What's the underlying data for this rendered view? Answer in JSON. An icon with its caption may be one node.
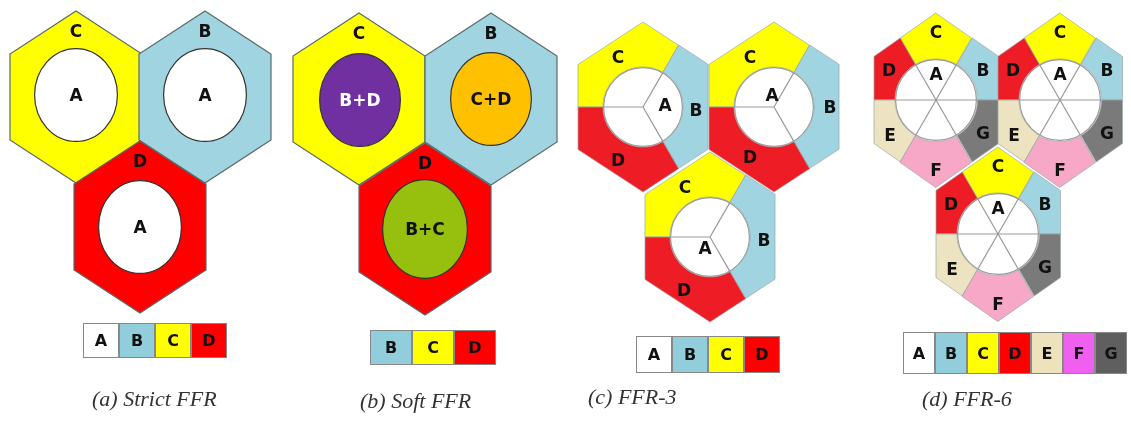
{
  "diagram": {
    "nodes": [
      {
        "text": [
          "C"
        ]
      },
      {
        "text": [
          "A"
        ],
        "in": 0
      },
      {
        "text": [
          "B"
        ]
      },
      {
        "text": [
          "A"
        ],
        "in": 2
      },
      {
        "text": [
          "D"
        ]
      },
      {
        "text": [
          "A"
        ],
        "in": 4
      },
      {
        "text": [
          "C"
        ]
      },
      {
        "text": [
          "B+D"
        ],
        "in": 6
      },
      {
        "text": [
          "B"
        ]
      },
      {
        "text": [
          "C+D"
        ],
        "in": 8
      },
      {
        "text": [
          "D"
        ]
      },
      {
        "text": [
          "B+C"
        ],
        "in": 10
      },
      {
        "text": [
          "C"
        ]
      },
      {
        "text": [
          "A"
        ]
      },
      {
        "text": [
          "B"
        ]
      },
      {
        "text": [
          "D"
        ]
      },
      {
        "text": [
          "C"
        ]
      },
      {
        "text": [
          "A"
        ]
      },
      {
        "text": [
          "B"
        ]
      },
      {
        "text": [
          "D"
        ]
      },
      {
        "text": [
          "C"
        ]
      },
      {
        "text": [
          "A"
        ]
      },
      {
        "text": [
          "B"
        ]
      },
      {
        "text": [
          "D"
        ]
      },
      {
        "text": [
          "C"
        ]
      },
      {
        "text": [
          "D"
        ]
      },
      {
        "text": [
          "A"
        ]
      },
      {
        "text": [
          "B"
        ]
      },
      {
        "text": [
          "E"
        ]
      },
      {
        "text": [
          "G"
        ]
      },
      {
        "text": [
          "F"
        ]
      },
      {
        "text": [
          "C"
        ]
      },
      {
        "text": [
          "D"
        ]
      },
      {
        "text": [
          "A"
        ]
      },
      {
        "text": [
          "B"
        ]
      },
      {
        "text": [
          "E"
        ]
      },
      {
        "text": [
          "G"
        ]
      },
      {
        "text": [
          "F"
        ]
      },
      {
        "text": [
          "C"
        ]
      },
      {
        "text": [
          "D"
        ]
      },
      {
        "text": [
          "A"
        ]
      },
      {
        "text": [
          "B"
        ]
      },
      {
        "text": [
          "E"
        ]
      },
      {
        "text": [
          "G"
        ]
      },
      {
        "text": [
          "F"
        ]
      }
    ],
    "labels": [
      "(a) Strict FFR",
      "(b) Soft FFR",
      "(c) FFR-3",
      "(d) FFR-6"
    ],
    "legend": [
      {
        "text": "A",
        "color": "#ffffff"
      },
      {
        "text": "B",
        "color": "#92cddc"
      },
      {
        "text": "C",
        "color": "#ffff00"
      },
      {
        "text": "D",
        "color": "#ff0000"
      },
      {
        "text": "B",
        "color": "#92cddc"
      },
      {
        "text": "C",
        "color": "#ffff00"
      },
      {
        "text": "D",
        "color": "#ff0000"
      },
      {
        "text": "A",
        "color": "#ffffff"
      },
      {
        "text": "B",
        "color": "#92cddc"
      },
      {
        "text": "C",
        "color": "#ffff00"
      },
      {
        "text": "D",
        "color": "#ff0000"
      },
      {
        "text": "A",
        "color": "#ffffff"
      },
      {
        "text": "B",
        "color": "#92cddc"
      },
      {
        "text": "C",
        "color": "#ffff00"
      },
      {
        "text": "D",
        "color": "#ff0000"
      },
      {
        "text": "E",
        "color": "#eee2bc"
      },
      {
        "text": "F",
        "color": "#f060f0"
      },
      {
        "text": "G",
        "color": "#5f5f5f"
      }
    ]
  }
}
